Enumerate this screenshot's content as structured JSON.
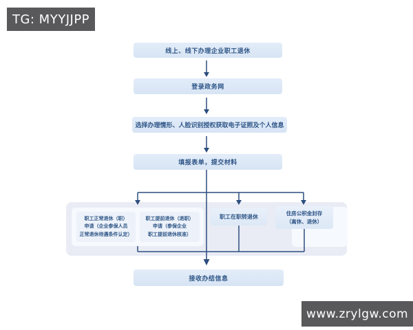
{
  "badges": {
    "tg": "TG: MYYJJPP",
    "site": "www.zrylgw.com"
  },
  "flow": {
    "start": "线上、线下办理企业职工退休",
    "login": "登录政务网",
    "select": "选择办理情形、人脸识别授权获取电子证照及个人信息",
    "form": "填报表单，提交材料",
    "branches": {
      "normal_retire": {
        "lines": [
          "职工正常退休（职）",
          "申请（企业参保人员",
          "正常退休待遇条件认定）"
        ]
      },
      "early_retire": {
        "lines": [
          "职工提前退休（退职）",
          "申请（参保企业",
          "职工提前退休核准）"
        ]
      },
      "inservice_transfer": "职工在职转退休",
      "housing_fund": {
        "lines": [
          "住房公积金封存",
          "（离休、退休）"
        ]
      }
    },
    "end": "接收办结信息"
  },
  "colors": {
    "node_fill": "#dbe7f6",
    "node_text": "#2e5586",
    "connector": "#2c4d7e",
    "group_fill": "#e9ecf4",
    "subpanel_fill": "#f6f9fd",
    "branch_fill": "#edf2fa",
    "badge_bg": "#59595b",
    "badge_text": "#ffffff",
    "page_bg": "#ffffff"
  }
}
